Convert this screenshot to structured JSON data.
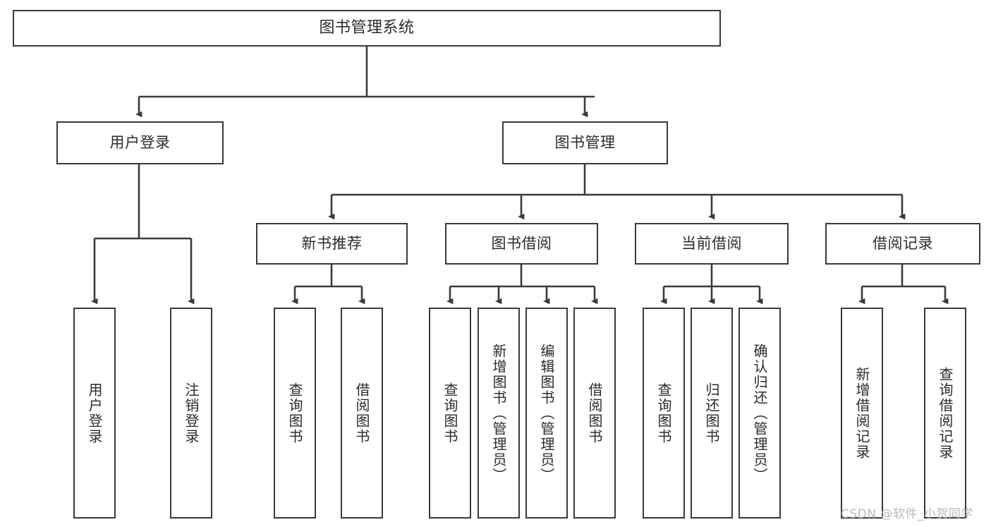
{
  "diagram": {
    "title": "图书管理系统",
    "type": "tree-hierarchy",
    "stroke_color": "#3a3a3a",
    "fill_color": "#ffffff",
    "text_color": "#2b2b2b",
    "nodes": {
      "root": {
        "label": "图书管理系统"
      },
      "level2": [
        {
          "label": "用户登录"
        },
        {
          "label": "图书管理"
        }
      ],
      "level3": [
        {
          "label": "新书推荐"
        },
        {
          "label": "图书借阅"
        },
        {
          "label": "当前借阅"
        },
        {
          "label": "借阅记录"
        }
      ],
      "leaves": [
        {
          "label": "用户登录"
        },
        {
          "label": "注销登录"
        },
        {
          "label": "查询图书"
        },
        {
          "label": "借阅图书"
        },
        {
          "label": "查询图书"
        },
        {
          "label": "新增图书（管理员）"
        },
        {
          "label": "编辑图书（管理员）"
        },
        {
          "label": "借阅图书"
        },
        {
          "label": "查询图书"
        },
        {
          "label": "归还图书"
        },
        {
          "label": "确认归还（管理员）"
        },
        {
          "label": "新增借阅记录"
        },
        {
          "label": "查询借阅记录"
        }
      ]
    }
  },
  "watermark": {
    "text": "CSDN @软件_小贺同学"
  }
}
